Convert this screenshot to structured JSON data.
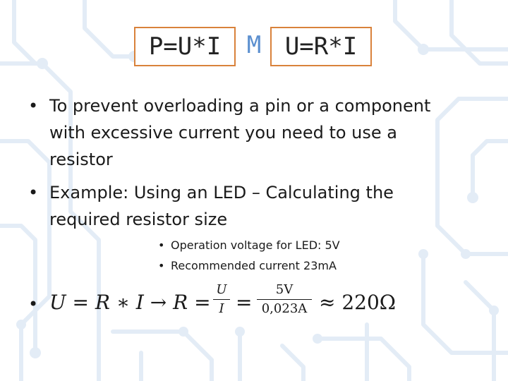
{
  "title": {
    "left_formula": "P=U*I",
    "separator": "M",
    "right_formula": "U=R*I"
  },
  "bullets": [
    {
      "marker": "•",
      "lines": [
        "To prevent overloading a pin or a component",
        "with excessive current you need to use a",
        "resistor"
      ]
    },
    {
      "marker": "•",
      "lines": [
        "Example: Using an LED – Calculating the",
        "required resistor size"
      ]
    }
  ],
  "sub_bullets": [
    {
      "marker": "•",
      "text": "Operation voltage for LED: 5V"
    },
    {
      "marker": "•",
      "text": "Recommended current 23mA"
    }
  ],
  "equation": {
    "marker": "•",
    "lhs": "U = R ∗ I → R =",
    "frac1_num": "U",
    "frac1_den": "I",
    "eq2": "=",
    "frac2_num": "5V",
    "frac2_den": "0,023A",
    "result": "≈ 220Ω"
  },
  "colors": {
    "formula_border": "#d9823b",
    "separator": "#5b8fcf",
    "circuit_traces": "#e3ecf6"
  }
}
